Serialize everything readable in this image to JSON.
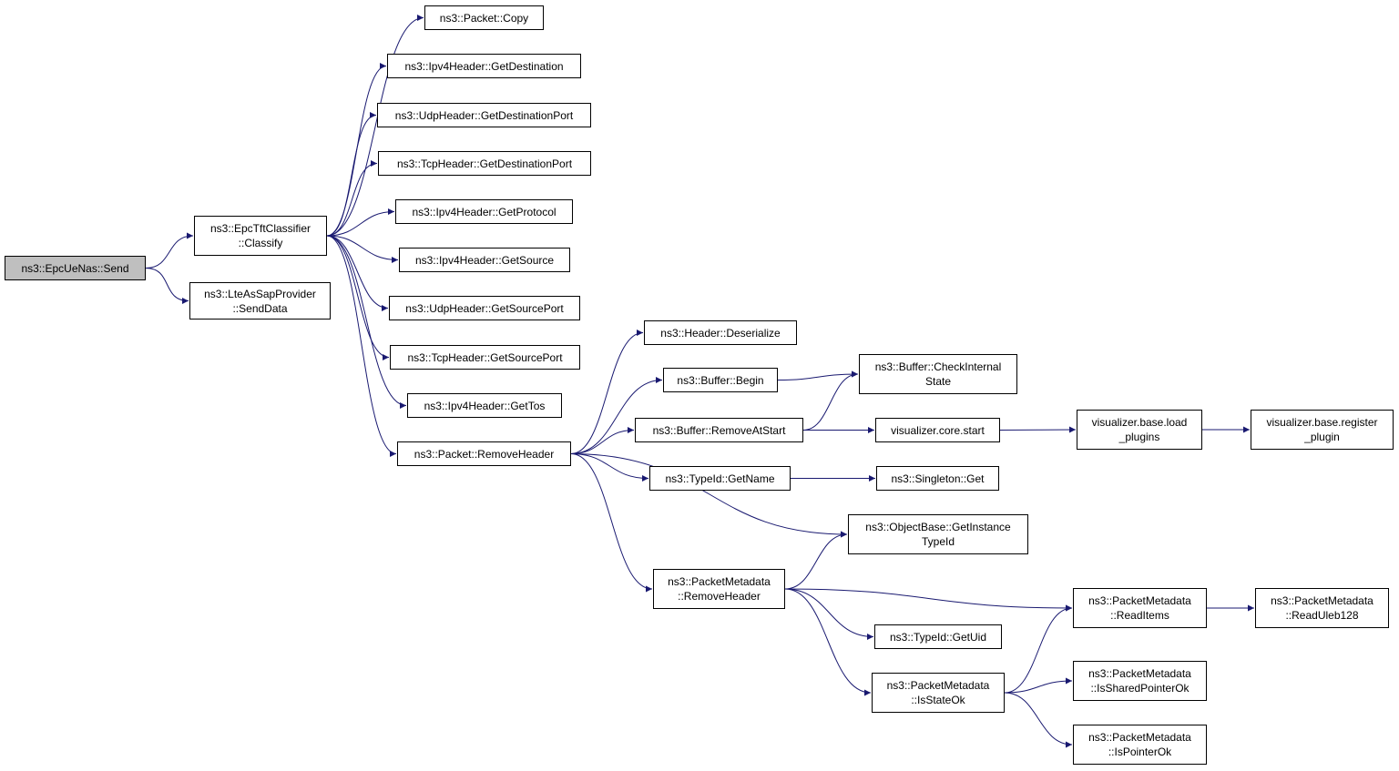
{
  "theme": {
    "edge_color": "#191970",
    "root_fill": "#bfbfbf",
    "node_fill": "#ffffff",
    "border": "#000000"
  },
  "nodes": [
    {
      "id": "send",
      "lines": [
        "ns3::EpcUeNas::Send"
      ],
      "root": true
    },
    {
      "id": "classify",
      "lines": [
        "ns3::EpcTftClassifier",
        "::Classify"
      ]
    },
    {
      "id": "senddata",
      "lines": [
        "ns3::LteAsSapProvider",
        "::SendData"
      ]
    },
    {
      "id": "copy",
      "lines": [
        "ns3::Packet::Copy"
      ]
    },
    {
      "id": "ipv4dest",
      "lines": [
        "ns3::Ipv4Header::GetDestination"
      ]
    },
    {
      "id": "udpdport",
      "lines": [
        "ns3::UdpHeader::GetDestinationPort"
      ]
    },
    {
      "id": "tcpdport",
      "lines": [
        "ns3::TcpHeader::GetDestinationPort"
      ]
    },
    {
      "id": "ipv4proto",
      "lines": [
        "ns3::Ipv4Header::GetProtocol"
      ]
    },
    {
      "id": "ipv4src",
      "lines": [
        "ns3::Ipv4Header::GetSource"
      ]
    },
    {
      "id": "udpsport",
      "lines": [
        "ns3::UdpHeader::GetSourcePort"
      ]
    },
    {
      "id": "tcpsport",
      "lines": [
        "ns3::TcpHeader::GetSourcePort"
      ]
    },
    {
      "id": "ipv4tos",
      "lines": [
        "ns3::Ipv4Header::GetTos"
      ]
    },
    {
      "id": "pktremovehdr",
      "lines": [
        "ns3::Packet::RemoveHeader"
      ]
    },
    {
      "id": "deserialize",
      "lines": [
        "ns3::Header::Deserialize"
      ]
    },
    {
      "id": "bufbegin",
      "lines": [
        "ns3::Buffer::Begin"
      ]
    },
    {
      "id": "bufremove",
      "lines": [
        "ns3::Buffer::RemoveAtStart"
      ]
    },
    {
      "id": "checkinternal",
      "lines": [
        "ns3::Buffer::CheckInternal",
        "State"
      ]
    },
    {
      "id": "vizstart",
      "lines": [
        "visualizer.core.start"
      ]
    },
    {
      "id": "vizload",
      "lines": [
        "visualizer.base.load",
        "_plugins"
      ]
    },
    {
      "id": "vizreg",
      "lines": [
        "visualizer.base.register",
        "_plugin"
      ]
    },
    {
      "id": "getname",
      "lines": [
        "ns3::TypeId::GetName"
      ]
    },
    {
      "id": "singleton",
      "lines": [
        "ns3::Singleton::Get"
      ]
    },
    {
      "id": "getinstance",
      "lines": [
        "ns3::ObjectBase::GetInstance",
        "TypeId"
      ]
    },
    {
      "id": "pmremove",
      "lines": [
        "ns3::PacketMetadata",
        "::RemoveHeader"
      ]
    },
    {
      "id": "readitems",
      "lines": [
        "ns3::PacketMetadata",
        "::ReadItems"
      ]
    },
    {
      "id": "readuleb",
      "lines": [
        "ns3::PacketMetadata",
        "::ReadUleb128"
      ]
    },
    {
      "id": "getuid",
      "lines": [
        "ns3::TypeId::GetUid"
      ]
    },
    {
      "id": "isstateok",
      "lines": [
        "ns3::PacketMetadata",
        "::IsStateOk"
      ]
    },
    {
      "id": "issharedptr",
      "lines": [
        "ns3::PacketMetadata",
        "::IsSharedPointerOk"
      ]
    },
    {
      "id": "isptr",
      "lines": [
        "ns3::PacketMetadata",
        "::IsPointerOk"
      ]
    }
  ],
  "edges": [
    [
      "send",
      "classify"
    ],
    [
      "send",
      "senddata"
    ],
    [
      "classify",
      "copy"
    ],
    [
      "classify",
      "ipv4dest"
    ],
    [
      "classify",
      "udpdport"
    ],
    [
      "classify",
      "tcpdport"
    ],
    [
      "classify",
      "ipv4proto"
    ],
    [
      "classify",
      "ipv4src"
    ],
    [
      "classify",
      "udpsport"
    ],
    [
      "classify",
      "tcpsport"
    ],
    [
      "classify",
      "ipv4tos"
    ],
    [
      "classify",
      "pktremovehdr"
    ],
    [
      "pktremovehdr",
      "deserialize"
    ],
    [
      "pktremovehdr",
      "bufbegin"
    ],
    [
      "pktremovehdr",
      "bufremove"
    ],
    [
      "pktremovehdr",
      "getname"
    ],
    [
      "pktremovehdr",
      "getinstance"
    ],
    [
      "pktremovehdr",
      "pmremove"
    ],
    [
      "bufbegin",
      "checkinternal"
    ],
    [
      "bufremove",
      "checkinternal"
    ],
    [
      "bufremove",
      "vizstart"
    ],
    [
      "vizstart",
      "vizload"
    ],
    [
      "vizload",
      "vizreg"
    ],
    [
      "getname",
      "singleton"
    ],
    [
      "pmremove",
      "getinstance"
    ],
    [
      "pmremove",
      "readitems"
    ],
    [
      "pmremove",
      "getuid"
    ],
    [
      "pmremove",
      "isstateok"
    ],
    [
      "readitems",
      "readuleb"
    ],
    [
      "isstateok",
      "readitems"
    ],
    [
      "isstateok",
      "issharedptr"
    ],
    [
      "isstateok",
      "isptr"
    ]
  ]
}
